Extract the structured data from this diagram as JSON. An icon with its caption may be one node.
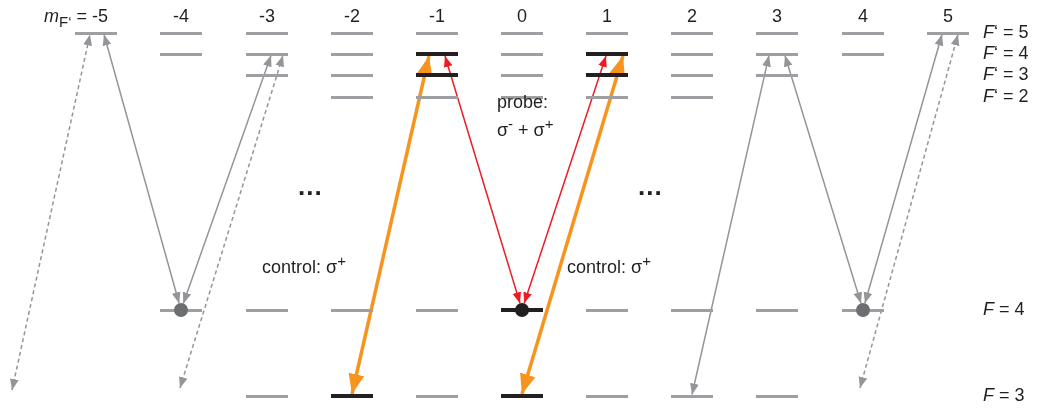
{
  "diagram": {
    "nodes": [
      {
        "text": [],
        "shape": "bar"
      },
      {
        "text": [],
        "shape": "bar"
      },
      {
        "text": [],
        "shape": "bar"
      },
      {
        "text": [],
        "shape": "bar"
      },
      {
        "text": [],
        "shape": "bar"
      },
      {
        "text": [],
        "shape": "bar"
      },
      {
        "text": [],
        "shape": "bar"
      },
      {
        "text": [],
        "shape": "bar"
      },
      {
        "text": [],
        "shape": "bar"
      },
      {
        "text": [],
        "shape": "bar"
      },
      {
        "text": [],
        "shape": "bar"
      },
      {
        "text": [],
        "shape": "bar"
      },
      {
        "text": [],
        "shape": "bar"
      },
      {
        "text": [],
        "shape": "bar"
      },
      {
        "text": [],
        "shape": "bar"
      },
      {
        "text": [],
        "shape": "bar"
      },
      {
        "text": [],
        "shape": "bar"
      },
      {
        "text": [],
        "shape": "bar"
      },
      {
        "text": [],
        "shape": "bar"
      },
      {
        "text": [],
        "shape": "bar"
      },
      {
        "text": [],
        "shape": "bar"
      },
      {
        "text": [],
        "shape": "bar"
      },
      {
        "text": [],
        "shape": "bar"
      },
      {
        "text": [],
        "shape": "bar"
      },
      {
        "text": [],
        "shape": "bar"
      },
      {
        "text": [],
        "shape": "bar"
      },
      {
        "text": [],
        "shape": "bar"
      },
      {
        "text": [],
        "shape": "bar"
      },
      {
        "text": [],
        "shape": "bar"
      },
      {
        "text": [],
        "shape": "bar"
      },
      {
        "text": [],
        "shape": "bar"
      },
      {
        "text": [],
        "shape": "bar"
      },
      {
        "text": [],
        "shape": "bar"
      },
      {
        "text": [],
        "shape": "circle"
      },
      {
        "text": [],
        "shape": "bar"
      },
      {
        "text": [],
        "shape": "bar"
      },
      {
        "text": [],
        "shape": "bar"
      },
      {
        "text": [],
        "shape": "bar"
      },
      {
        "text": [],
        "shape": "circle"
      },
      {
        "text": [],
        "shape": "bar"
      },
      {
        "text": [],
        "shape": "bar"
      },
      {
        "text": [],
        "shape": "bar"
      },
      {
        "text": [],
        "shape": "bar"
      },
      {
        "text": [],
        "shape": "circle"
      },
      {
        "text": [],
        "shape": "bar"
      },
      {
        "text": [],
        "shape": "bar"
      },
      {
        "text": [],
        "shape": "bar"
      },
      {
        "text": [],
        "shape": "bar"
      },
      {
        "text": [],
        "shape": "bar"
      },
      {
        "text": [],
        "shape": "bar"
      },
      {
        "text": [],
        "shape": "bar"
      }
    ],
    "edges": [
      {
        "from": null,
        "to": 0,
        "arrow": "both",
        "style": "dashed"
      },
      {
        "from": 33,
        "to": 0,
        "arrow": "both"
      },
      {
        "from": 33,
        "to": 12,
        "arrow": "both"
      },
      {
        "from": null,
        "to": 12,
        "arrow": "both",
        "style": "dashed"
      },
      {
        "from": 45,
        "to": 14,
        "arrow": "both",
        "style": "thick",
        "color": "#f7941d"
      },
      {
        "from": 38,
        "to": 14,
        "arrow": "both",
        "color": "#ed1c24"
      },
      {
        "from": 38,
        "to": 16,
        "arrow": "both",
        "color": "#ed1c24"
      },
      {
        "from": 47,
        "to": 16,
        "arrow": "both",
        "style": "thick",
        "color": "#f7941d"
      },
      {
        "from": 49,
        "to": 18,
        "arrow": "both"
      },
      {
        "from": 43,
        "to": 18,
        "arrow": "both"
      },
      {
        "from": 43,
        "to": 10,
        "arrow": "both"
      },
      {
        "from": null,
        "to": 10,
        "arrow": "both",
        "style": "dashed"
      }
    ],
    "labels": [
      "*m*$_{F‘}$ = -5",
      "-4",
      "-3",
      "-2",
      "-1",
      "0",
      "1",
      "2",
      "3",
      "4",
      "5",
      "*F*‘ = 5",
      "*F*‘ = 4",
      "*F*‘ = 3",
      "*F*‘ = 2",
      "probe: σ$^{-}$ + σ$^{+}$",
      "...",
      "...",
      "control: σ$^{+}$",
      "control: σ$^{+}$",
      "*F* = 4",
      "*F* = 3"
    ]
  }
}
